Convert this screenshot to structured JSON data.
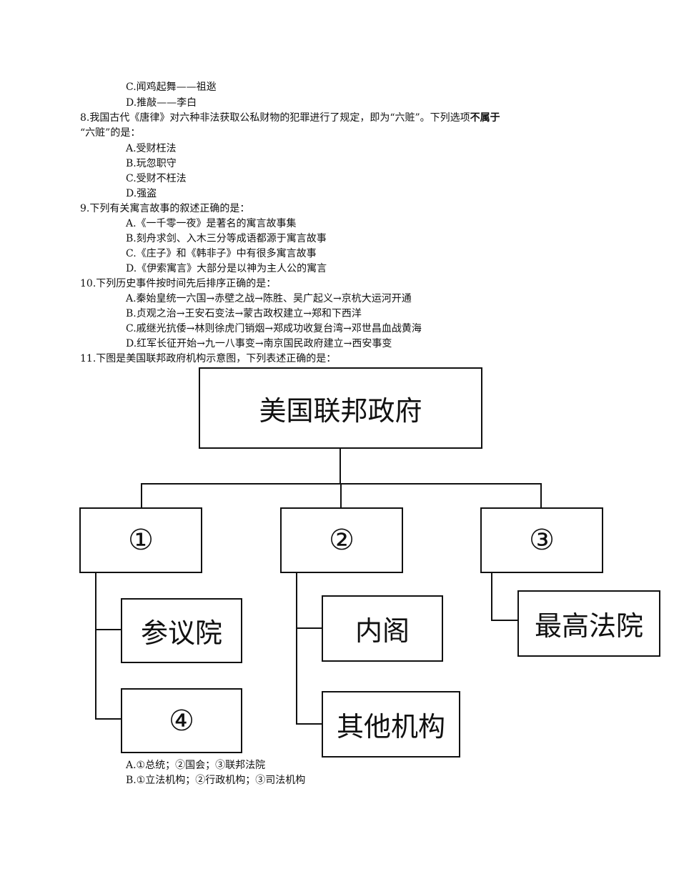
{
  "lines": {
    "q7c": "C.闻鸡起舞——祖逖",
    "q7d": "D.推敲——李白",
    "q8_stem_a": "8.我国古代《唐律》对六种非法获取公私财物的犯罪进行了规定，即为“六赃”。下列选项",
    "q8_stem_bold": "不属于",
    "q8_stem_b": "“六赃”的是：",
    "q8a": "A.受财枉法",
    "q8b": "B.玩忽职守",
    "q8c": "C.受财不枉法",
    "q8d": "D.强盗",
    "q9": "9.下列有关寓言故事的叙述正确的是：",
    "q9a": "A.《一千零一夜》是著名的寓言故事集",
    "q9b": "B.刻舟求剑、入木三分等成语都源于寓言故事",
    "q9c": "C.《庄子》和《韩非子》中有很多寓言故事",
    "q9d": "D.《伊索寓言》大部分是以神为主人公的寓言",
    "q10": "10.下列历史事件按时间先后排序正确的是：",
    "q10a": "A.秦始皇统一六国→赤壁之战→陈胜、吴广起义→京杭大运河开通",
    "q10b": "B.贞观之治→王安石变法→蒙古政权建立→郑和下西洋",
    "q10c": "C.戚继光抗倭→林则徐虎门销烟→郑成功收复台湾→邓世昌血战黄海",
    "q10d": "D.红军长征开始→九一八事变→南京国民政府建立→西安事变",
    "q11": "11.下图是美国联邦政府机构示意图，下列表述正确的是：",
    "q11a": "A.①总统；②国会；③联邦法院",
    "q11b": "B.①立法机构；②行政机构；③司法机构"
  },
  "diagram": {
    "root": "美国联邦政府",
    "branch1": "①",
    "branch2": "②",
    "branch3": "③",
    "senate": "参议院",
    "item4": "④",
    "cabinet": "内阁",
    "others": "其他机构",
    "court": "最高法院"
  }
}
